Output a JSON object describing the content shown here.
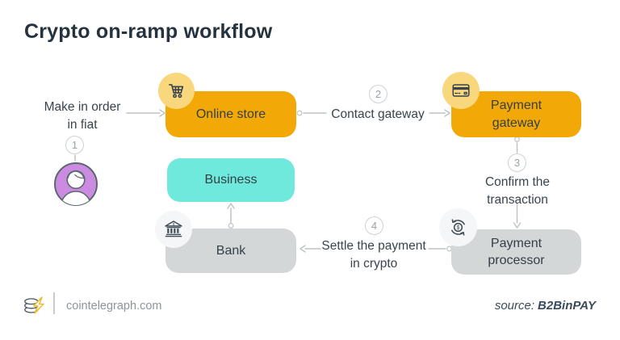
{
  "title": "Crypto on-ramp workflow",
  "diagram": {
    "nodes": {
      "online_store": {
        "label": "Online store",
        "icon": "cart-icon"
      },
      "payment_gateway": {
        "label": "Payment\ngateway",
        "icon": "credit-card-icon"
      },
      "business": {
        "label": "Business"
      },
      "bank": {
        "label": "Bank",
        "icon": "bank-icon"
      },
      "payment_processor": {
        "label": "Payment\nprocessor",
        "icon": "exchange-dollar-icon"
      }
    },
    "steps": {
      "step1": {
        "number": "1",
        "label": "Make in order\nin fiat"
      },
      "step2": {
        "number": "2",
        "label": "Contact gateway"
      },
      "step3": {
        "number": "3",
        "label": "Confirm the\ntransaction"
      },
      "step4": {
        "number": "4",
        "label": "Settle the payment\nin crypto"
      }
    },
    "actor": "person-avatar"
  },
  "footer": {
    "site": "cointelegraph.com",
    "source_label": "source:",
    "source_name": "B2BinPAY"
  },
  "colors": {
    "accent_orange": "#F2A907",
    "badge_yellow": "#F9D77D",
    "accent_teal": "#6FE9DB",
    "node_gray": "#D4D7D8",
    "badge_light": "#F5F6F7",
    "avatar_purple": "#CB8BE0",
    "connector_gray": "#BDC4C8",
    "title_dark": "#24333F",
    "text_body": "#39444E",
    "step_number_gray": "#9AA3A9",
    "logo_bolt_yellow": "#EEBB30"
  }
}
